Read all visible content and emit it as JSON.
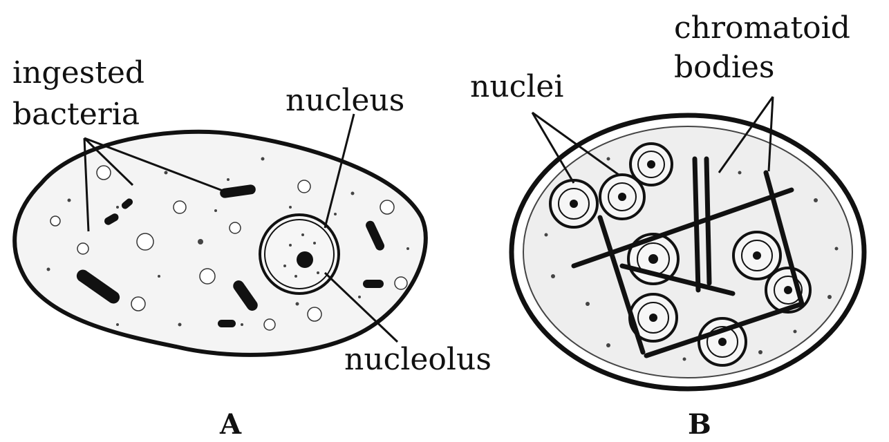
{
  "panel_a": {
    "label": "A",
    "annotations": {
      "ingested_bacteria_line1": "ingested",
      "ingested_bacteria_line2": "bacteria",
      "nucleus": "nucleus",
      "nucleolus": "nucleolus"
    }
  },
  "panel_b": {
    "label": "B",
    "annotations": {
      "nuclei": "nuclei",
      "chromatoid_line1": "chromatoid",
      "chromatoid_line2": "bodies"
    }
  }
}
